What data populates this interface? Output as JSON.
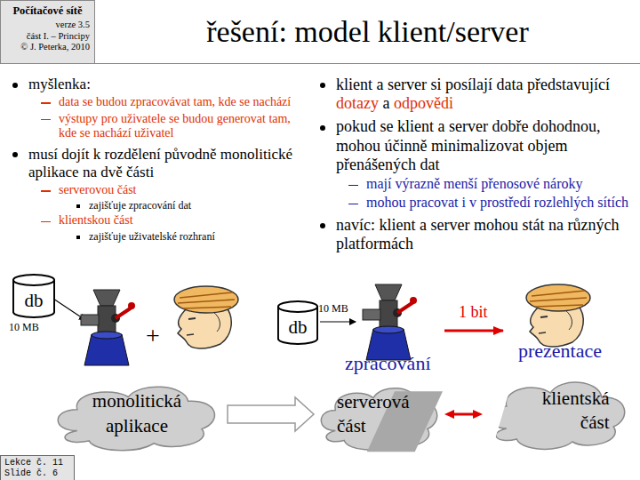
{
  "diagram": {
    "title": "řešení: model klient/server",
    "nodes": [
      {
        "text": [
          "Počítačové sítě",
          "verze 3.5",
          "část I. – Principy",
          "© J. Peterka, 2010"
        ]
      },
      {
        "text": [
          "db"
        ]
      },
      {
        "text": [
          "db"
        ]
      },
      {
        "text": [
          "monolitická aplikace"
        ]
      },
      {
        "text": [
          "serverová část"
        ]
      },
      {
        "text": [
          "klientská část"
        ]
      },
      {
        "text": [
          "Lekce č. 11",
          "Slide č. 6"
        ]
      }
    ],
    "edges": [
      {
        "from": 3,
        "to": 4,
        "arrow": "to"
      },
      {
        "from": 4,
        "to": 5,
        "arrow": "both"
      }
    ],
    "labels": [
      "myšlenka:",
      "data se budou zpracovávat tam, kde se nachází",
      "výstupy pro uživatele se budou generovat tam, kde se nachází uživatel",
      "musí dojít k rozdělení původně monolitické aplikace na dvě části",
      "serverovou část",
      "zajišťuje zpracování dat",
      "klientskou část",
      "zajišťuje uživatelské rozhraní",
      "klient a server si posílají data představující",
      "dotazy",
      "a",
      "odpovědi",
      "pokud se klient a server dobře dohodnou, mohou účinně minimalizovat objem přenášených dat",
      "mají výrazně menší přenosové nároky",
      "mohou pracovat i v prostředí rozlehlých sítích",
      "navíc: klient a server mohou stát na různých platformách",
      "10 MB",
      "+",
      "10 MB",
      "zpracování",
      "1 bit",
      "prezentace"
    ]
  }
}
